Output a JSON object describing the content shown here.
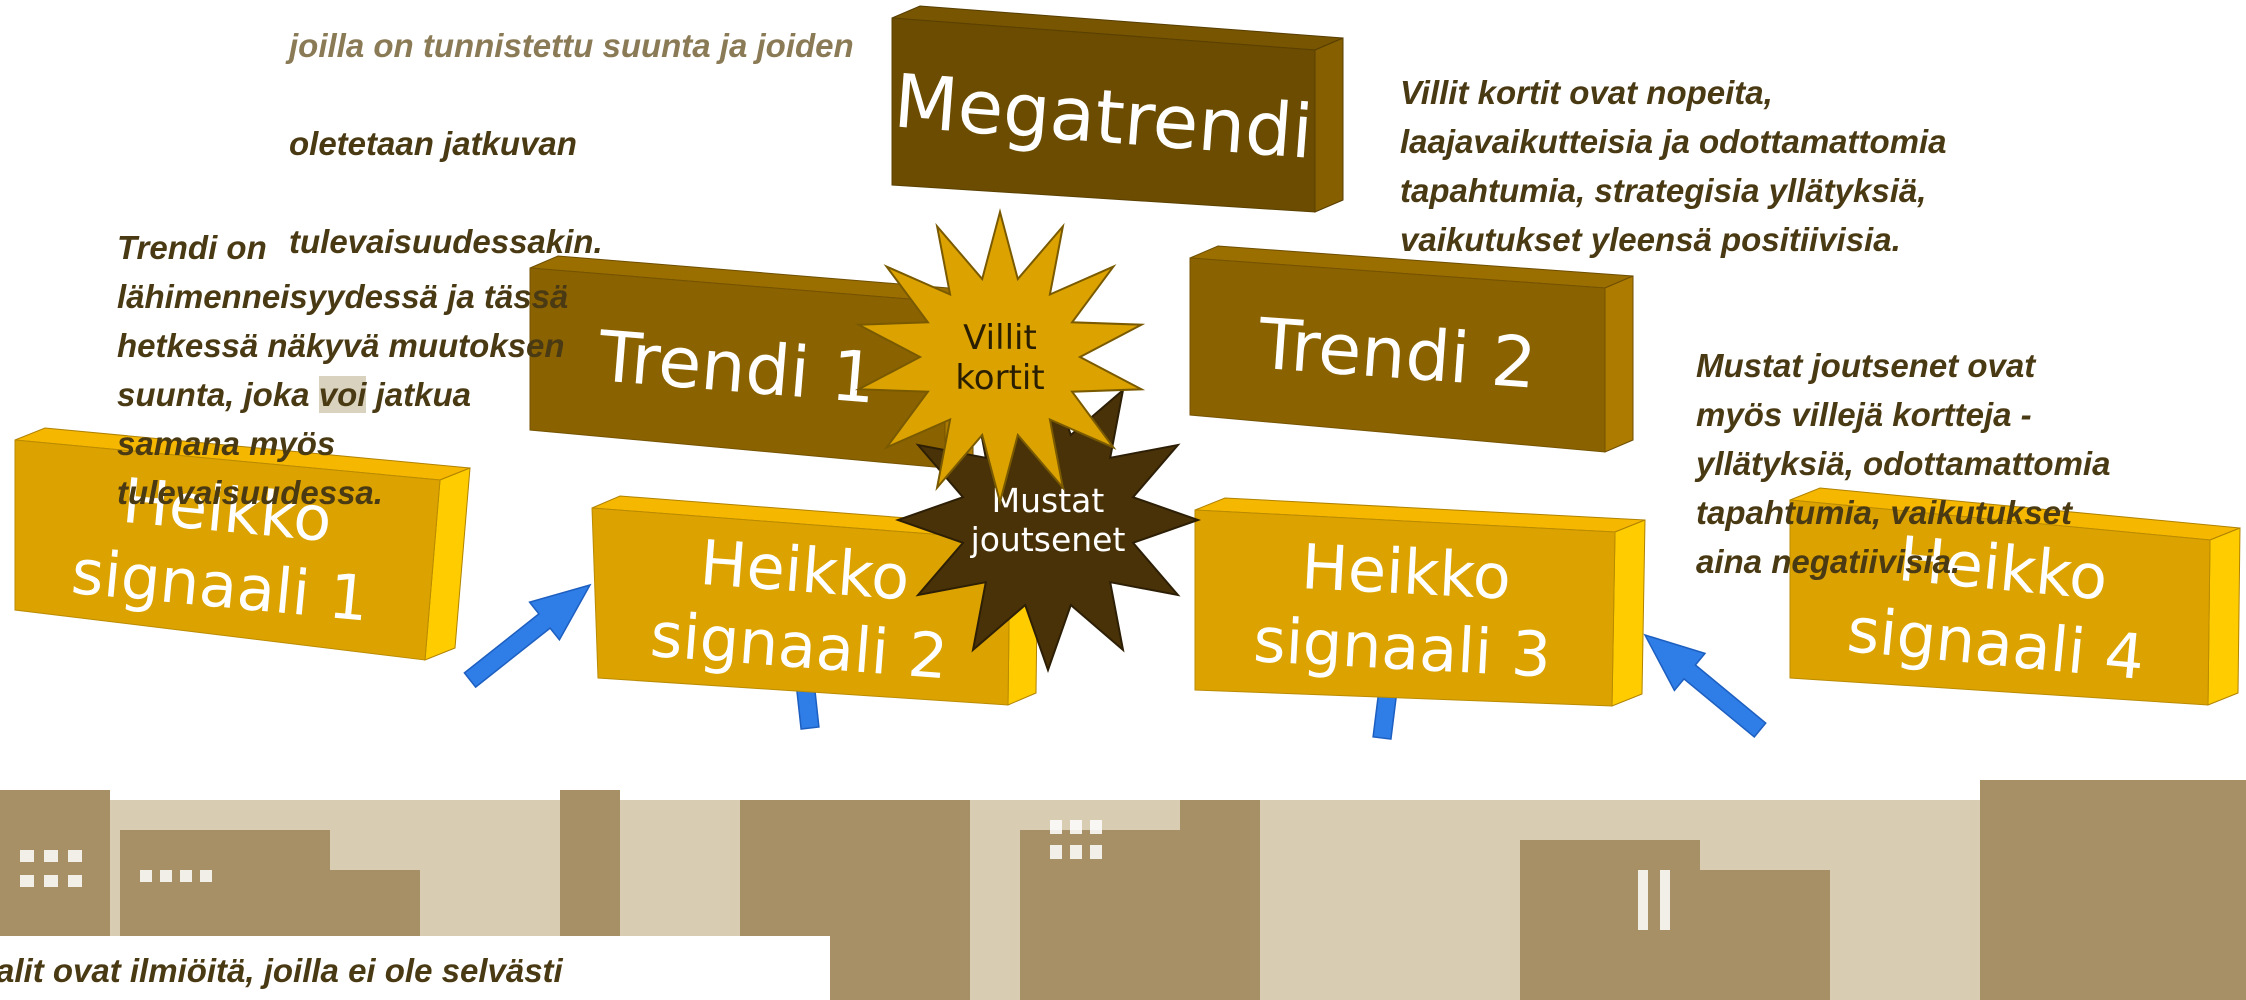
{
  "colors": {
    "megatrend_box": "#6b4c00",
    "trend_box": "#8a6200",
    "signal_box": "#dca300",
    "wildcard_star": "#dca300",
    "blackswan_star": "#4a3208",
    "arrow": "#2f7de6",
    "note_text": "#4a3a14",
    "city_silhouette": "#a89066"
  },
  "boxes": {
    "megatrend": "Megatrendi",
    "trend1": "Trendi 1",
    "trend2": "Trendi 2",
    "signal1": [
      "Heikko",
      "signaali 1"
    ],
    "signal2": [
      "Heikko",
      "signaali 2"
    ],
    "signal3": [
      "Heikko",
      "signaali 3"
    ],
    "signal4": [
      "Heikko",
      "signaali 4"
    ]
  },
  "stars": {
    "wildcards": [
      "Villit",
      "kortit"
    ],
    "blackswans": [
      "Mustat",
      "joutsenet"
    ]
  },
  "notes": {
    "megatrend": {
      "line1": "joilla on tunnistettu suunta ja joiden",
      "line2": "oletetaan jatkuvan",
      "line3": "tulevaisuudessakin."
    },
    "trend": {
      "before": "Trendi on\nlähimenneisyydessä ja tässä\nhetkessä näkyvä muutoksen\nsuunta, joka ",
      "highlight": "voi",
      "after": " jatkua\nsamana myös\ntulevaisuudessa."
    },
    "wildcards": "Villit kortit ovat nopeita,\nlaajavaikutteisia ja odottamattomia\ntapahtumia, strategisia yllätyksiä,\nvaikutukset yleensä positiivisia.",
    "blackswans": "Mustat joutsenet ovat\nmyös villejä kortteja -\nyllätyksiä, odottamattomia\ntapahtumia, vaikutukset\naina negatiivisia.",
    "weaksignals": "alit ovat ilmiöitä, joilla ei ole selvästi"
  }
}
